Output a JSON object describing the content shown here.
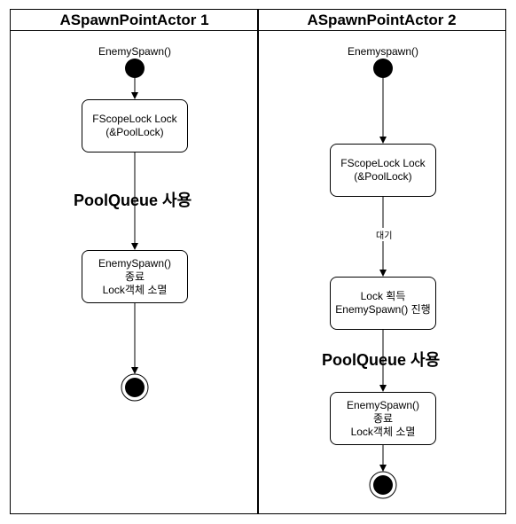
{
  "lanes": [
    {
      "title": "ASpawnPointActor 1",
      "start_label": "EnemySpawn()",
      "node_lock": "FScopeLock Lock\n(&PoolLock)",
      "use_label": "PoolQueue 사용",
      "node_end": "EnemySpawn()\n종료\nLock객체 소멸"
    },
    {
      "title": "ASpawnPointActor 2",
      "start_label": "Enemyspawn()",
      "node_lock": "FScopeLock Lock\n(&PoolLock)",
      "wait_label": "대기",
      "node_acquire": "Lock 획득\nEnemySpawn() 진행",
      "use_label": "PoolQueue 사용",
      "node_end": "EnemySpawn()\n종료\nLock객체 소멸"
    }
  ]
}
